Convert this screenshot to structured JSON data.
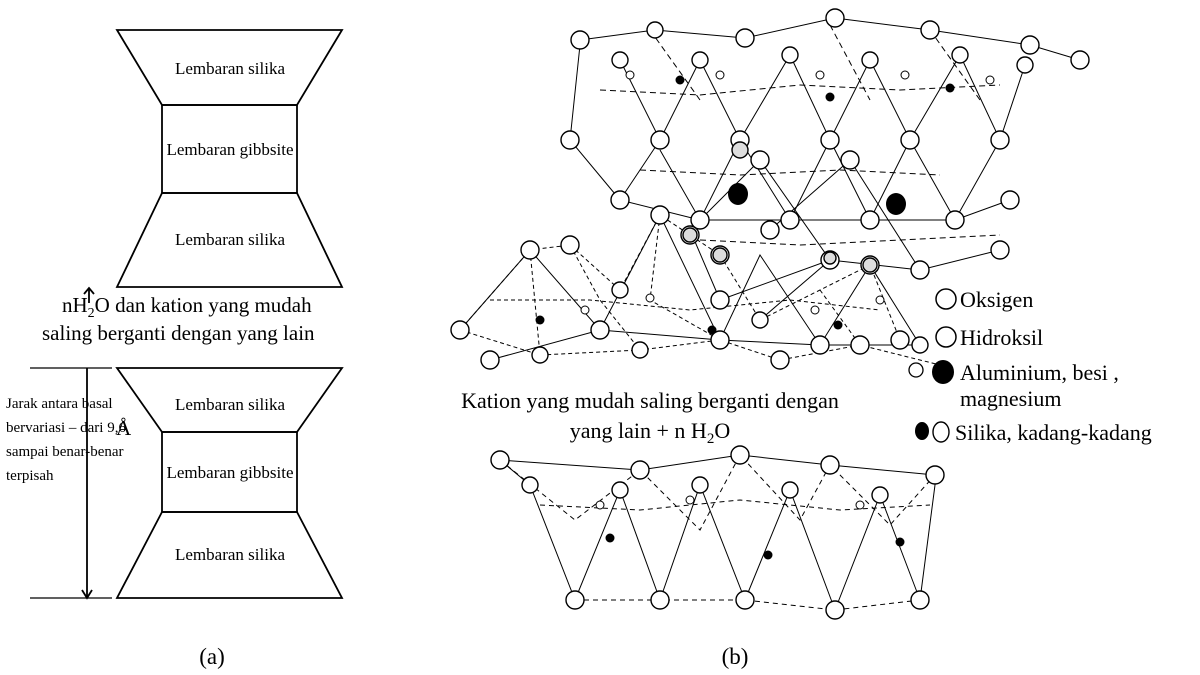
{
  "panel_a": {
    "sheets": {
      "silica_1": "Lembaran silika",
      "gibbsite_1": "Lembaran gibbsite",
      "silica_2": "Lembaran silika",
      "silica_3": "Lembaran silika",
      "gibbsite_2": "Lembaran gibbsite",
      "silica_4": "Lembaran silika"
    },
    "interlayer_line1_prefix": "nH",
    "interlayer_line1_sub": "2",
    "interlayer_line1_suffix": "O dan  kation yang mudah",
    "interlayer_line2": "saling berganti dengan yang lain",
    "spacing_text": [
      "Jarak antara basal",
      "bervariasi – dari 9,6",
      "sampai benar-benar",
      "terpisah"
    ],
    "angstrom": "Å",
    "caption": "(a)"
  },
  "panel_b": {
    "exchange_line1": "Kation yang mudah saling berganti dengan",
    "exchange_line2_prefix": "yang lain + n H",
    "exchange_line2_sub": "2",
    "exchange_line2_suffix": "O",
    "legend": {
      "oxygen": "Oksigen",
      "hydroxyl": "Hidroksil",
      "aluminium_line1": "Aluminium, besi ,",
      "aluminium_line2": "magnesium",
      "silica": "Silika, kadang-kadang"
    },
    "caption": "(b)"
  }
}
